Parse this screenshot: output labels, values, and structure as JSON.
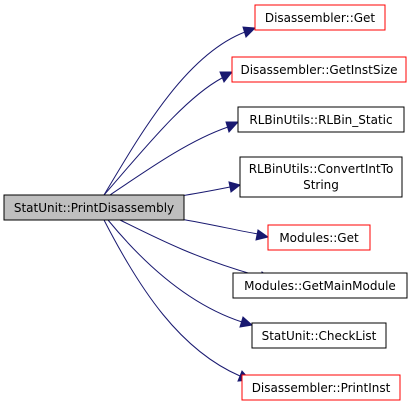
{
  "graph": {
    "source": {
      "id": "src",
      "lines": [
        "StatUnit::PrintDisassembly"
      ],
      "fill": "#bfbfbf",
      "border": "#000000"
    },
    "targets": [
      {
        "id": "n1",
        "lines": [
          "Disassembler::Get"
        ],
        "border": "#ff0000"
      },
      {
        "id": "n2",
        "lines": [
          "Disassembler::GetInstSize"
        ],
        "border": "#ff0000"
      },
      {
        "id": "n3",
        "lines": [
          "RLBinUtils::RLBin_Static"
        ],
        "border": "#000000"
      },
      {
        "id": "n4",
        "lines": [
          "RLBinUtils::ConvertIntTo",
          "String"
        ],
        "border": "#000000"
      },
      {
        "id": "n5",
        "lines": [
          "Modules::Get"
        ],
        "border": "#ff0000"
      },
      {
        "id": "n6",
        "lines": [
          "Modules::GetMainModule"
        ],
        "border": "#000000"
      },
      {
        "id": "n7",
        "lines": [
          "StatUnit::CheckList"
        ],
        "border": "#000000"
      },
      {
        "id": "n8",
        "lines": [
          "Disassembler::PrintInst"
        ],
        "border": "#ff0000"
      }
    ],
    "edge_color": "#191970"
  }
}
